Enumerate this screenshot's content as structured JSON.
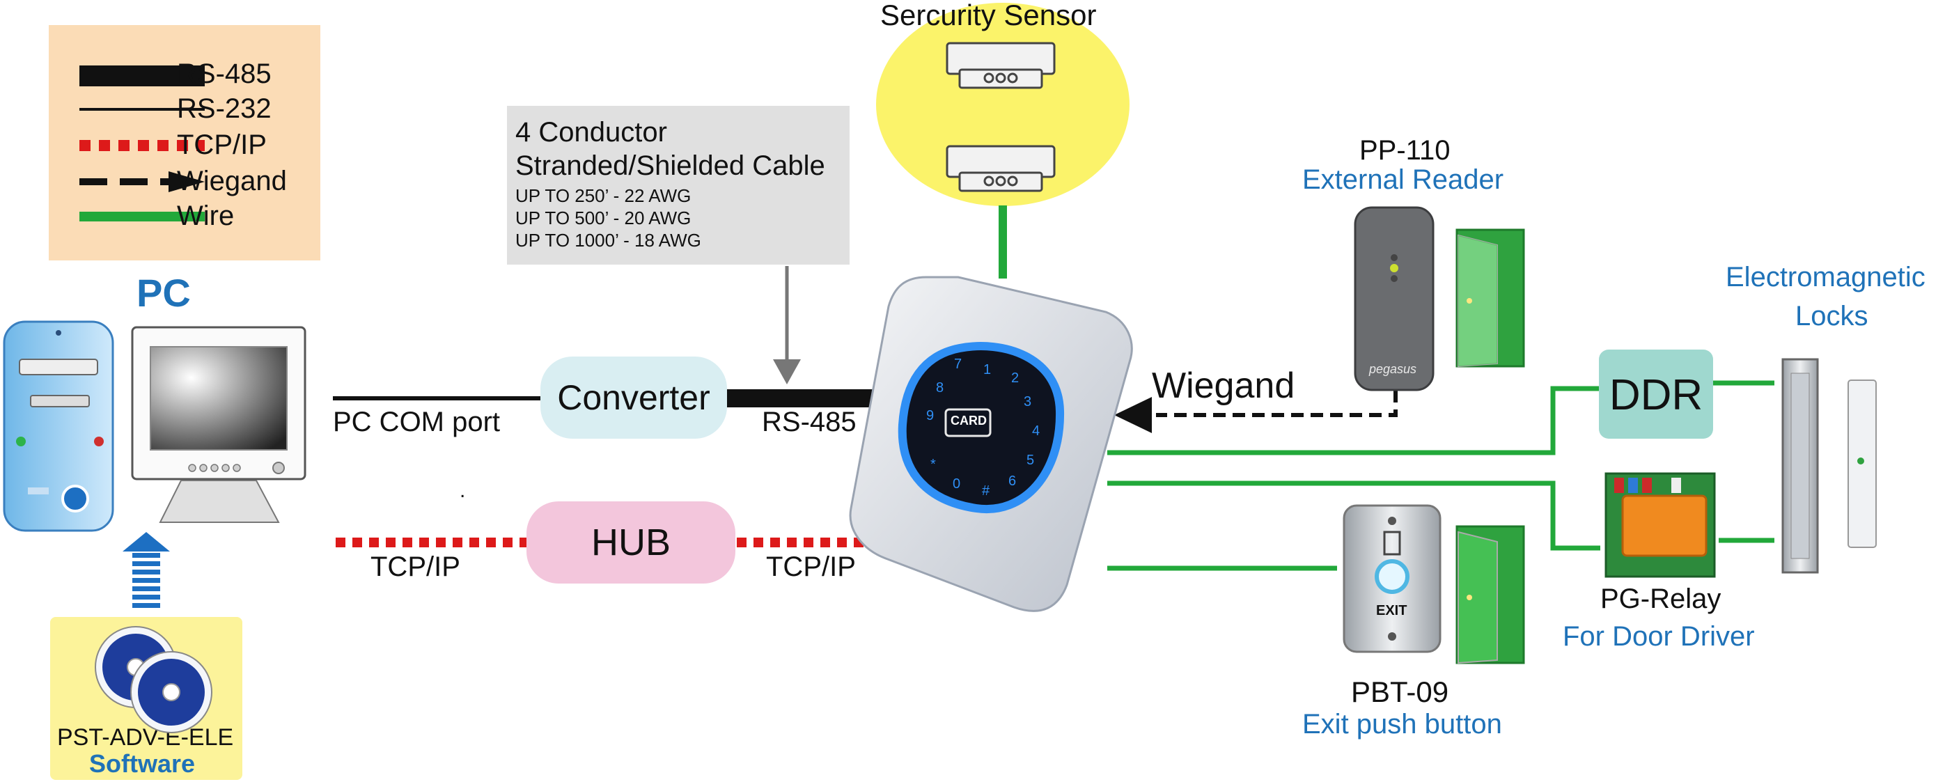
{
  "legend": {
    "items": [
      {
        "label": "RS-485",
        "style": "thick"
      },
      {
        "label": "RS-232",
        "style": "thin"
      },
      {
        "label": "TCP/IP",
        "style": "dotted-red"
      },
      {
        "label": "Wiegand",
        "style": "dashed-arrow"
      },
      {
        "label": "Wire",
        "style": "green"
      }
    ]
  },
  "colors": {
    "legend_bg": "#fbdcb6",
    "wire_green": "#22a83a",
    "tcp_red": "#dd1a1a",
    "label_blue": "#1f72b8",
    "converter_fill": "#d9eef2",
    "hub_fill": "#f3c6dc",
    "ddr_fill": "#9fd8cf",
    "sensor_fill": "#fbf36a",
    "cable_box_bg": "#e0e0e0",
    "software_box_bg": "#fcf39a"
  },
  "sensor": {
    "title": "Sercurity Sensor"
  },
  "cable": {
    "title_line1": "4 Conductor",
    "title_line2": "Stranded/Shielded Cable",
    "specs": [
      "UP TO 250’ - 22 AWG",
      "UP TO 500’ - 20 AWG",
      "UP TO 1000’ - 18 AWG"
    ]
  },
  "pc": {
    "label": "PC",
    "com_port": "PC COM port"
  },
  "converter": {
    "label": "Converter",
    "rs485": "RS-485"
  },
  "hub": {
    "label": "HUB",
    "tcp_left": "TCP/IP",
    "tcp_right": "TCP/IP",
    "dot": "."
  },
  "controller": {
    "card": "CARD",
    "keys": [
      "1",
      "2",
      "3",
      "4",
      "5",
      "6",
      "7",
      "8",
      "9",
      "*",
      "0",
      "#"
    ]
  },
  "reader": {
    "model": "PP-110",
    "desc": "External Reader",
    "brand": "pegasus",
    "wiegand": "Wiegand"
  },
  "exit_button": {
    "model": "PBT-09",
    "desc": "Exit push button",
    "face": "EXIT"
  },
  "ddr": {
    "label": "DDR"
  },
  "relay": {
    "model": "PG-Relay",
    "desc": "For Door Driver"
  },
  "locks": {
    "line1": "Electromagnetic",
    "line2": "Locks"
  },
  "software": {
    "name": "PST-ADV-E-ELE",
    "label": "Software"
  }
}
